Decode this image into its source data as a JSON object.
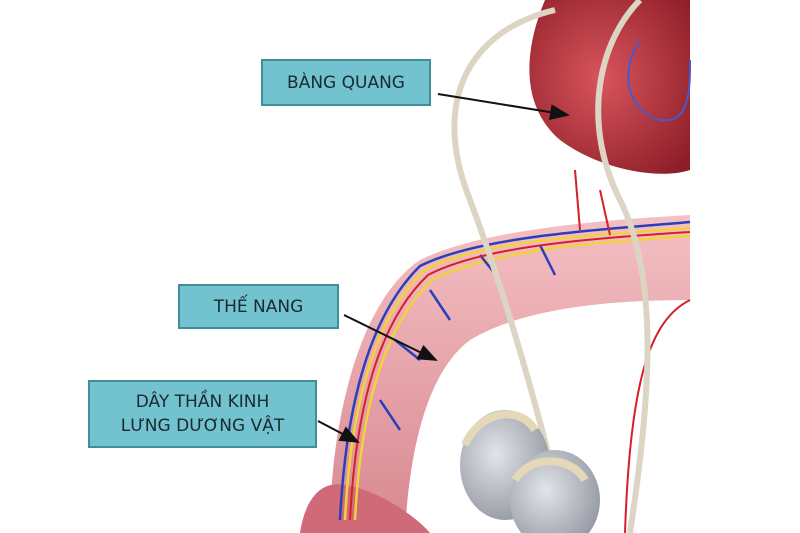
{
  "labels": {
    "bladder": "BÀNG QUANG",
    "corpus": "THẾ NANG",
    "nerve_line1": "DÂY THẦN KINH",
    "nerve_line2": "LƯNG DƯƠNG VẬT"
  },
  "colors": {
    "label_fill": "#72c2cf",
    "label_border": "#3f8f9b",
    "bladder": "#b8323c",
    "shaft": "#e8a2a8",
    "nerve": "#f2d23a",
    "vein": "#2a3fb8",
    "artery": "#d4202a",
    "testis": "#b9bcc4"
  }
}
